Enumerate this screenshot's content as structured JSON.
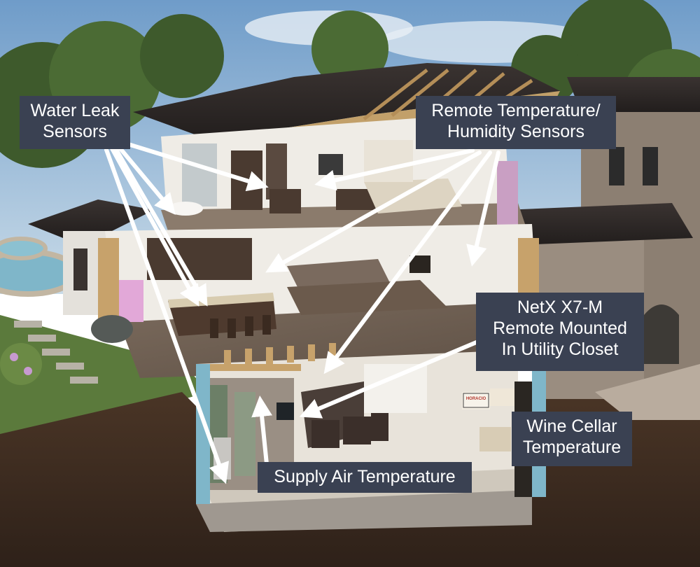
{
  "callouts": {
    "water_leak": [
      "Water Leak",
      "Sensors"
    ],
    "remote_temp": [
      "Remote Temperature/",
      "Humidity Sensors"
    ],
    "netx": [
      "NetX X7-M",
      "Remote Mounted",
      "In Utility Closet"
    ],
    "wine_cellar": [
      "Wine Cellar",
      "Temperature"
    ],
    "supply_air": [
      "Supply Air Temperature"
    ]
  },
  "wall_sign": [
    "HORACIO"
  ],
  "colors": {
    "callout_bg": "#3a4152",
    "callout_text": "#ffffff",
    "arrow": "#ffffff",
    "sky": "#8fb4d6",
    "soil": "#3b2a1f",
    "roof": "#2f2a28",
    "stone": "#8c7f72"
  }
}
